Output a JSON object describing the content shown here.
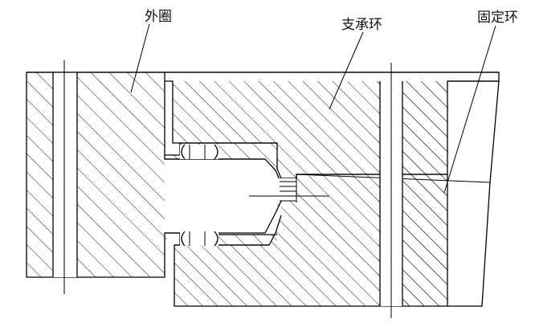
{
  "diagram": {
    "labels": {
      "outer_ring": "外圈",
      "support_ring": "支承环",
      "fixed_ring": "固定环"
    },
    "line_color": "#000000",
    "background": "#ffffff"
  }
}
